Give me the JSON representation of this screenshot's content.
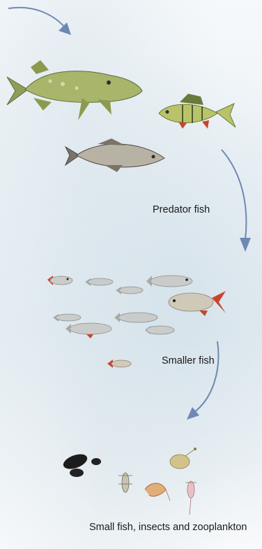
{
  "labels": {
    "predator": "Predator fish",
    "smaller": "Smaller fish",
    "small": "Small fish, insects and zooplankton"
  },
  "colors": {
    "arrow": "#6f88b3",
    "pike_body": "#a8b56a",
    "perch_body": "#b9c46a",
    "fin_red": "#c9452e",
    "silver": "#c9ccca",
    "mussel": "#1c1c1c"
  },
  "icons": [
    "arrow-icon",
    "pike-icon",
    "perch-icon",
    "cod-icon",
    "small-fish-icon",
    "roach-icon",
    "mussel-icon",
    "insect-icon",
    "shrimp-icon",
    "zooplankton-icon"
  ]
}
